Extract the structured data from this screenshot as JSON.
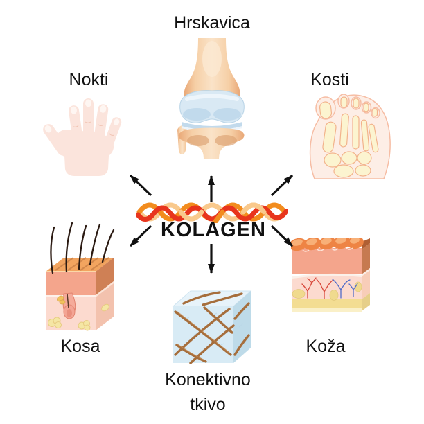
{
  "diagram": {
    "title": "KOLAGEN",
    "center_label": "KOLAGEN",
    "description_type": "collagen sources diagram"
  },
  "colors": {
    "label-text": "#111111",
    "arrow": "#111111",
    "strand-red": "#e8351d",
    "strand-orange": "#f28c1e",
    "strand-light": "#f9c98c",
    "bone-edge": "#eaa878",
    "bone-light": "#fae3c8",
    "cartilage": "#d9e9f4",
    "skin-pale": "#fbe4dc",
    "epidermis": "#f4a58c",
    "dermis": "#fcdacf",
    "fat": "#f3dd92",
    "cube-blue": "#d8ebf5",
    "fiber-brown": "#a66e3c"
  },
  "items": [
    {
      "id": "cartilage",
      "label": "Hrskavica",
      "position": "top",
      "illustration": "knee-joint"
    },
    {
      "id": "nails",
      "label": "Nokti",
      "position": "top-left",
      "illustration": "hand"
    },
    {
      "id": "bones",
      "label": "Kosti",
      "position": "top-right",
      "illustration": "foot-bones"
    },
    {
      "id": "hair",
      "label": "Kosa",
      "position": "bottom-left",
      "illustration": "skin-hair-follicle"
    },
    {
      "id": "connective_tissue",
      "label": "Konektivno tkivo",
      "position": "bottom",
      "illustration": "tissue-cube"
    },
    {
      "id": "skin",
      "label": "Koža",
      "position": "bottom-right",
      "illustration": "skin-layers"
    }
  ],
  "arrows": [
    {
      "direction": "up",
      "target": "cartilage"
    },
    {
      "direction": "up-left",
      "target": "nails"
    },
    {
      "direction": "up-right",
      "target": "bones"
    },
    {
      "direction": "down-left",
      "target": "hair"
    },
    {
      "direction": "down",
      "target": "connective_tissue"
    },
    {
      "direction": "down-right",
      "target": "skin"
    }
  ]
}
